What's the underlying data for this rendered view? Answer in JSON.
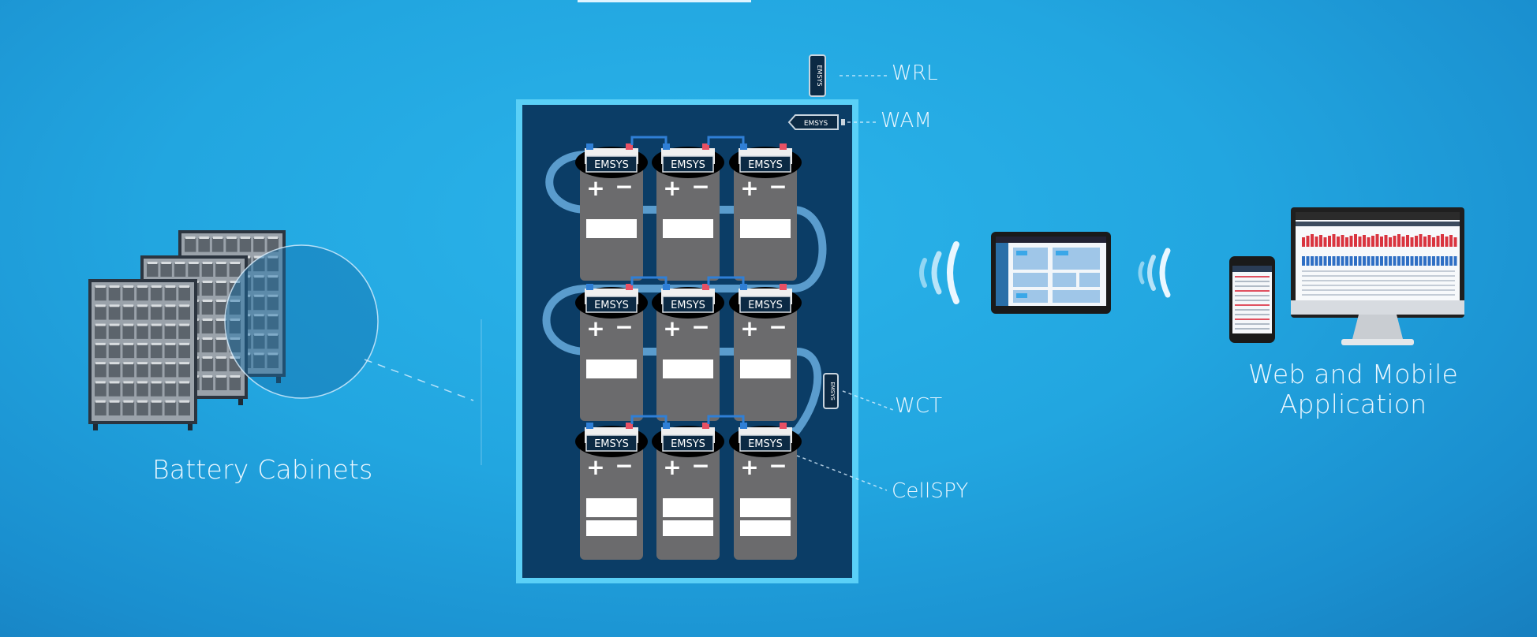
{
  "labels": {
    "wrl": "WRL",
    "wam": "WAM",
    "wct": "WCT",
    "cellspy": "CellSPY",
    "battery_cabinets": "Battery Cabinets",
    "web_mobile_line1": "Web and Mobile",
    "web_mobile_line2": "Application"
  },
  "brand": "EMSYS",
  "battery_terminals": [
    "+",
    "−"
  ],
  "colors": {
    "background": "#22a6e0",
    "rack_frame": "#5ad0f7",
    "rack_fill": "#0b3d66",
    "battery_body": "#6b6b6d",
    "cable": "#5a9ccd",
    "positive_terminal": "#e85064",
    "negative_terminal": "#2f7fd6",
    "label_text": "#eaf7ff"
  },
  "icons": [
    "battery-cabinets-icon",
    "battery-rack-icon",
    "tablet-icon",
    "smartphone-icon",
    "desktop-monitor-icon",
    "wireless-signal-icon"
  ]
}
